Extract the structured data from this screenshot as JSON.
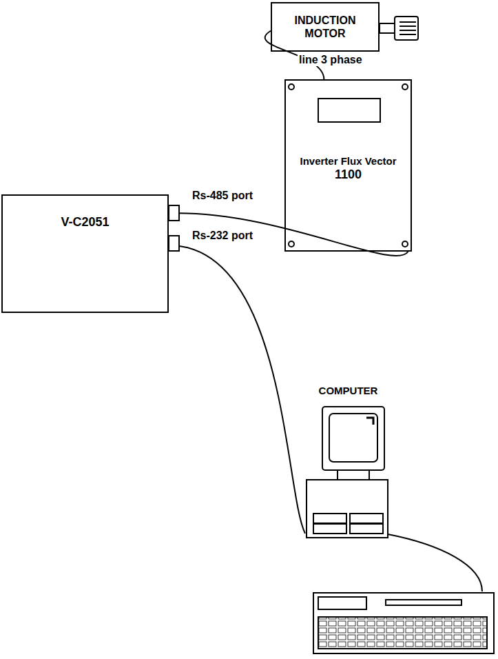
{
  "diagram": {
    "nodes": [
      {
        "text": [
          "INDUCTION MOTOR"
        ]
      },
      {
        "text": [
          "Inverter Flux Vector",
          "1100"
        ]
      },
      {
        "text": [
          "V-C2051"
        ]
      },
      {
        "text": [
          "COMPUTER"
        ]
      }
    ],
    "edges": [
      {
        "from": 0,
        "to": 1,
        "label": "line 3 phase",
        "arrow": "none"
      },
      {
        "from": 2,
        "to": 1,
        "label": "Rs-485 port",
        "arrow": "none"
      },
      {
        "from": 2,
        "to": 3,
        "label": "Rs-232 port",
        "arrow": "none"
      }
    ]
  }
}
